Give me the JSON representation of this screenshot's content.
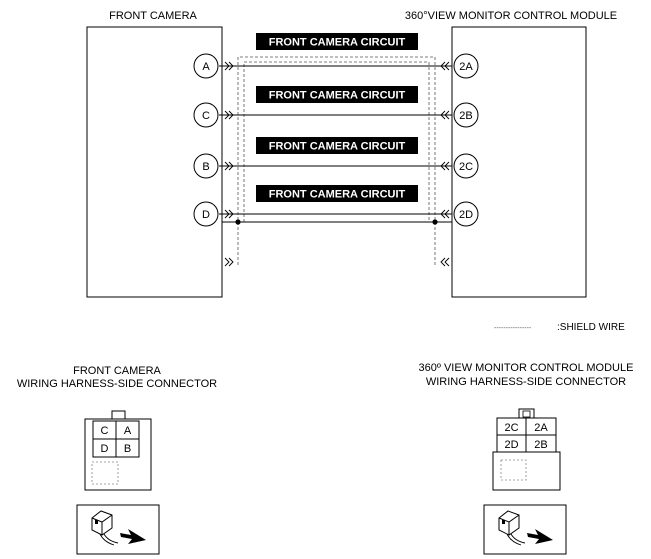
{
  "modules": {
    "left_title": "FRONT CAMERA",
    "right_title": "360°VIEW MONITOR CONTROL MODULE"
  },
  "circuits": [
    {
      "label": "FRONT CAMERA CIRCUIT",
      "left_pin": "A",
      "right_pin": "2A"
    },
    {
      "label": "FRONT CAMERA CIRCUIT",
      "left_pin": "C",
      "right_pin": "2B"
    },
    {
      "label": "FRONT CAMERA CIRCUIT",
      "left_pin": "B",
      "right_pin": "2C"
    },
    {
      "label": "FRONT CAMERA CIRCUIT",
      "left_pin": "D",
      "right_pin": "2D"
    }
  ],
  "legend": {
    "line_sample": "----------------",
    "text": ":SHIELD WIRE"
  },
  "left_connector": {
    "title_line1": "FRONT CAMERA",
    "title_line2": "WIRING HARNESS-SIDE CONNECTOR",
    "cells": [
      "C",
      "A",
      "D",
      "B"
    ]
  },
  "right_connector": {
    "title_line1": "360º VIEW MONITOR CONTROL MODULE",
    "title_line2": "WIRING HARNESS-SIDE CONNECTOR",
    "cells": [
      "2C",
      "2A",
      "2D",
      "2B"
    ]
  },
  "colors": {
    "line": "#000000",
    "label_bg": "#000000",
    "label_text": "#ffffff",
    "shield": "#555555",
    "connector_dash": "#888888"
  }
}
